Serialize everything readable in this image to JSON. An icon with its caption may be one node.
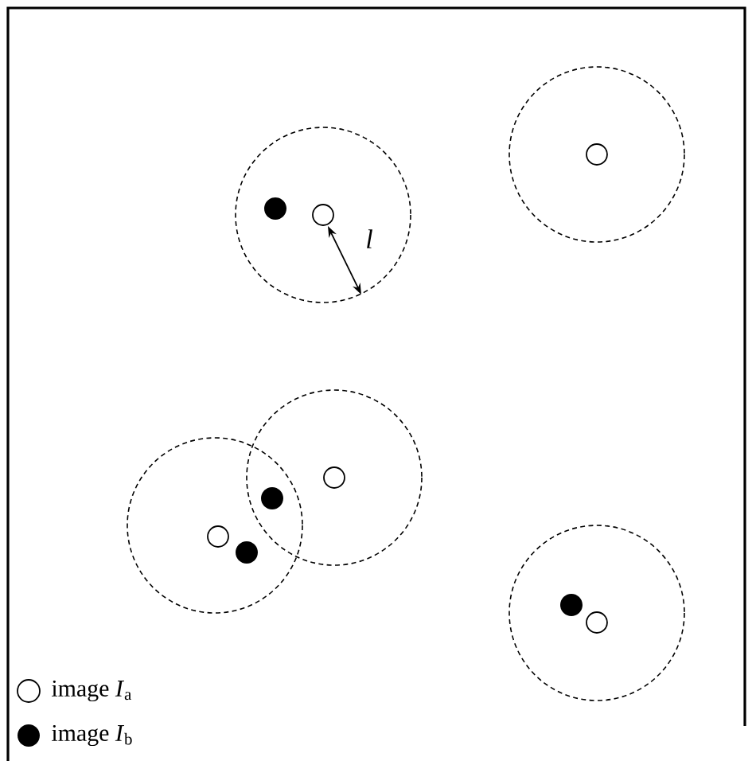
{
  "diagram": {
    "labels": [
      "l"
    ],
    "legend": [
      {
        "text": "image *I*$_{a}$"
      },
      {
        "text": "image *I*$_{b}$"
      }
    ]
  }
}
